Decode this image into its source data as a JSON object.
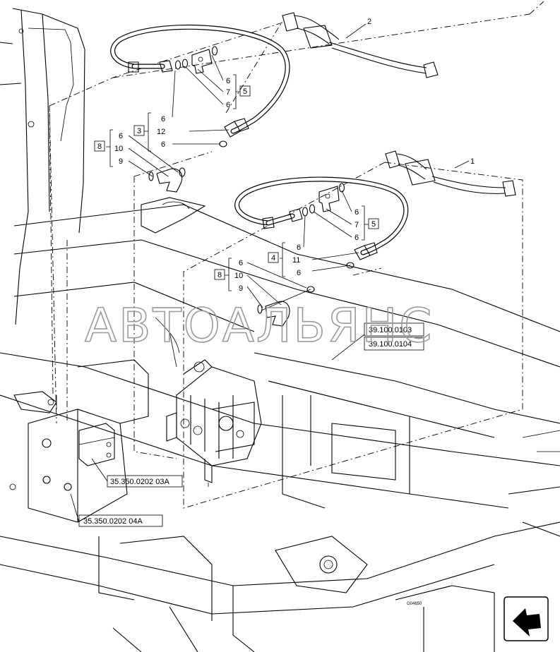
{
  "watermark": "АВТОАЛЬЯНС",
  "callouts": {
    "upper_hose": "2",
    "lower_hose": "1",
    "upper_tee_qty": "6",
    "upper_tee_item": "7",
    "upper_tee_qty2": "6",
    "upper_tee_group": "5",
    "upper_hose_group": "3",
    "upper_hose_a": "6",
    "upper_hose_b": "12",
    "upper_hose_c": "6",
    "upper_elbow_group": "8",
    "upper_elbow_a": "6",
    "upper_elbow_b": "10",
    "upper_elbow_c": "9",
    "lower_tee_qty": "6",
    "lower_tee_item": "7",
    "lower_tee_qty2": "6",
    "lower_tee_group": "5",
    "lower_hose_group": "4",
    "lower_hose_a": "6",
    "lower_hose_b": "11",
    "lower_hose_c": "6",
    "lower_elbow_group": "8",
    "lower_elbow_a": "6",
    "lower_elbow_b": "10",
    "lower_elbow_c": "9"
  },
  "references": {
    "ref_1": "39.100.0103",
    "ref_2": "39.100.0104",
    "ref_3": "35.350.0202 03A",
    "ref_4": "35.350.0202 04A"
  },
  "small_code": "G04650",
  "icons": [
    "navigation-arrow-icon"
  ]
}
